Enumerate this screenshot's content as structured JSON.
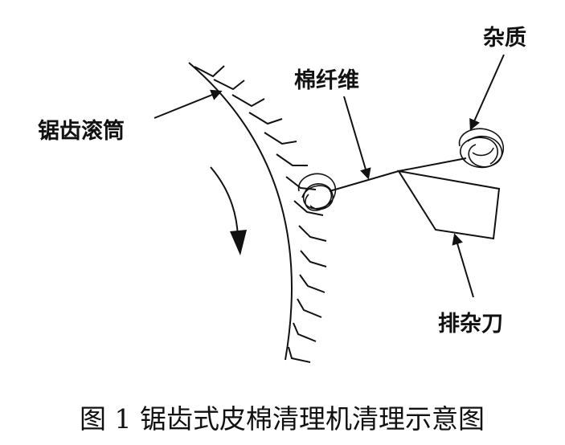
{
  "diagram": {
    "labels": {
      "drum": "锯齿滚筒",
      "fiber": "棉纤维",
      "impurity": "杂质",
      "blade": "排杂刀"
    },
    "caption": "图 1 锯齿式皮棉清理机清理示意图",
    "colors": {
      "line": "#111111",
      "background": "#ffffff"
    }
  }
}
